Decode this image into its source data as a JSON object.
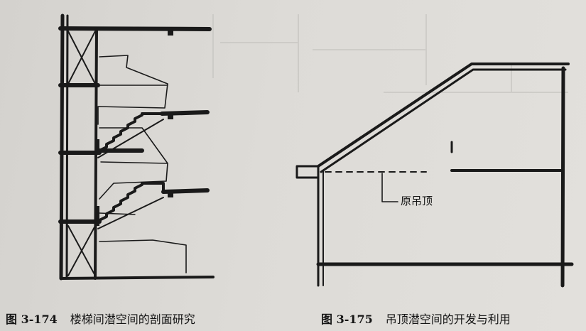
{
  "figures": [
    {
      "number": "图 3-174",
      "caption": "楼梯间潜空间的剖面研究"
    },
    {
      "number": "图 3-175",
      "caption": "吊顶潜空间的开发与利用",
      "annotation": "原吊顶"
    }
  ]
}
